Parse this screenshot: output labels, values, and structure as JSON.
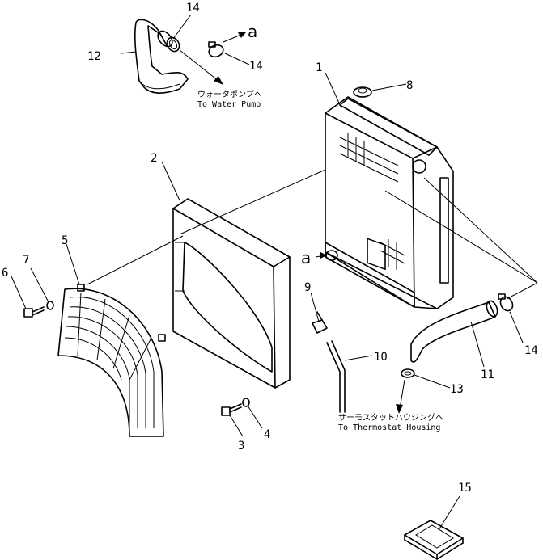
{
  "callouts": {
    "c1": "1",
    "c2": "2",
    "c3": "3",
    "c4": "4",
    "c5": "5",
    "c6": "6",
    "c7": "7",
    "c8": "8",
    "c9": "9",
    "c10": "10",
    "c11": "11",
    "c12": "12",
    "c13": "13",
    "c14_top": "14",
    "c14_mid": "14",
    "c14_right": "14",
    "c15": "15"
  },
  "connection_marks": {
    "a_top": "a",
    "a_mid": "a"
  },
  "notes": {
    "water_pump_jp": "ウォータポンプへ",
    "water_pump_en": "To Water Pump",
    "thermostat_jp": "サーモスタットハウジングへ",
    "thermostat_en": "To Thermostat Housing"
  }
}
